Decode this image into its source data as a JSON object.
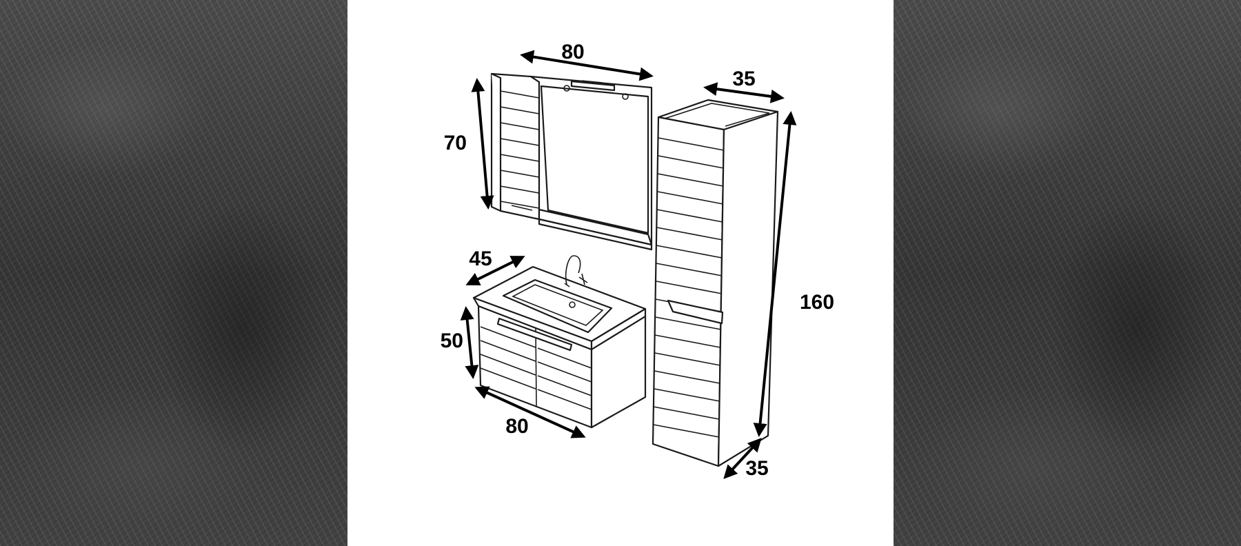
{
  "colors": {
    "marble": "#3a3a3a",
    "panel": "#ffffff",
    "ink": "#000000"
  },
  "dimensions": {
    "mirror_width": "80",
    "mirror_height": "70",
    "column_width": "35",
    "column_height": "160",
    "column_depth": "35",
    "vanity_depth": "45",
    "vanity_height": "50",
    "vanity_width": "80"
  }
}
